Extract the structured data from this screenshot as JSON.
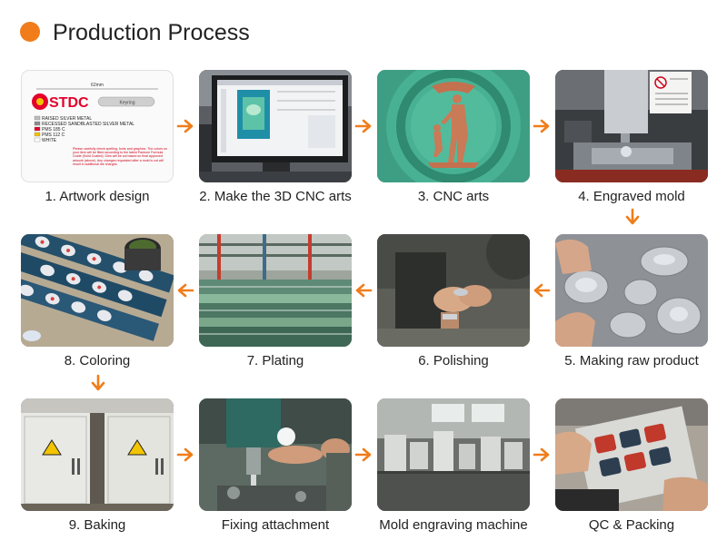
{
  "header": {
    "title": "Production Process",
    "accent_color": "#f07d1a"
  },
  "artwork": {
    "dimension": "62mm",
    "logo": "STDC",
    "tag": "Keyring",
    "legend": [
      {
        "text": "RAISED SILVER METAL",
        "color": "#bdbdbd"
      },
      {
        "text": "RECESSED SANDBLASTED SILVER METAL",
        "color": "#8c8c8c"
      },
      {
        "text": "PMS 185 C",
        "color": "#e4002b"
      },
      {
        "text": "PMS 112 C",
        "color": "#f2c200"
      },
      {
        "text": "WHITE",
        "color": "#ffffff"
      }
    ],
    "notice": "Please carefully check spelling, fonts and graphics. The colors on your item will be fitted according to the latest Pantone Formula Guide (Solid Coated). Dies will be cut based on final approved artwork (above). Any changes requested after a mold is cut will result in additional die charges."
  },
  "steps": [
    {
      "label": "1. Artwork design",
      "icon": "artwork-design-icon"
    },
    {
      "label": "2. Make the 3D CNC arts",
      "icon": "cnc-art-computer-icon"
    },
    {
      "label": "3. CNC arts",
      "icon": "cnc-relief-icon"
    },
    {
      "label": "4. Engraved mold",
      "icon": "engraved-mold-icon"
    },
    {
      "label": "5. Making raw product",
      "icon": "raw-product-icon"
    },
    {
      "label": "6. Polishing",
      "icon": "polishing-icon"
    },
    {
      "label": "7. Plating",
      "icon": "plating-icon"
    },
    {
      "label": "8. Coloring",
      "icon": "coloring-icon"
    },
    {
      "label": "9. Baking",
      "icon": "baking-oven-icon"
    },
    {
      "label": "Fixing attachment",
      "icon": "drill-press-icon"
    },
    {
      "label": "Mold engraving machine",
      "icon": "engraving-machine-icon"
    },
    {
      "label": "QC & Packing",
      "icon": "qc-packing-icon"
    }
  ]
}
